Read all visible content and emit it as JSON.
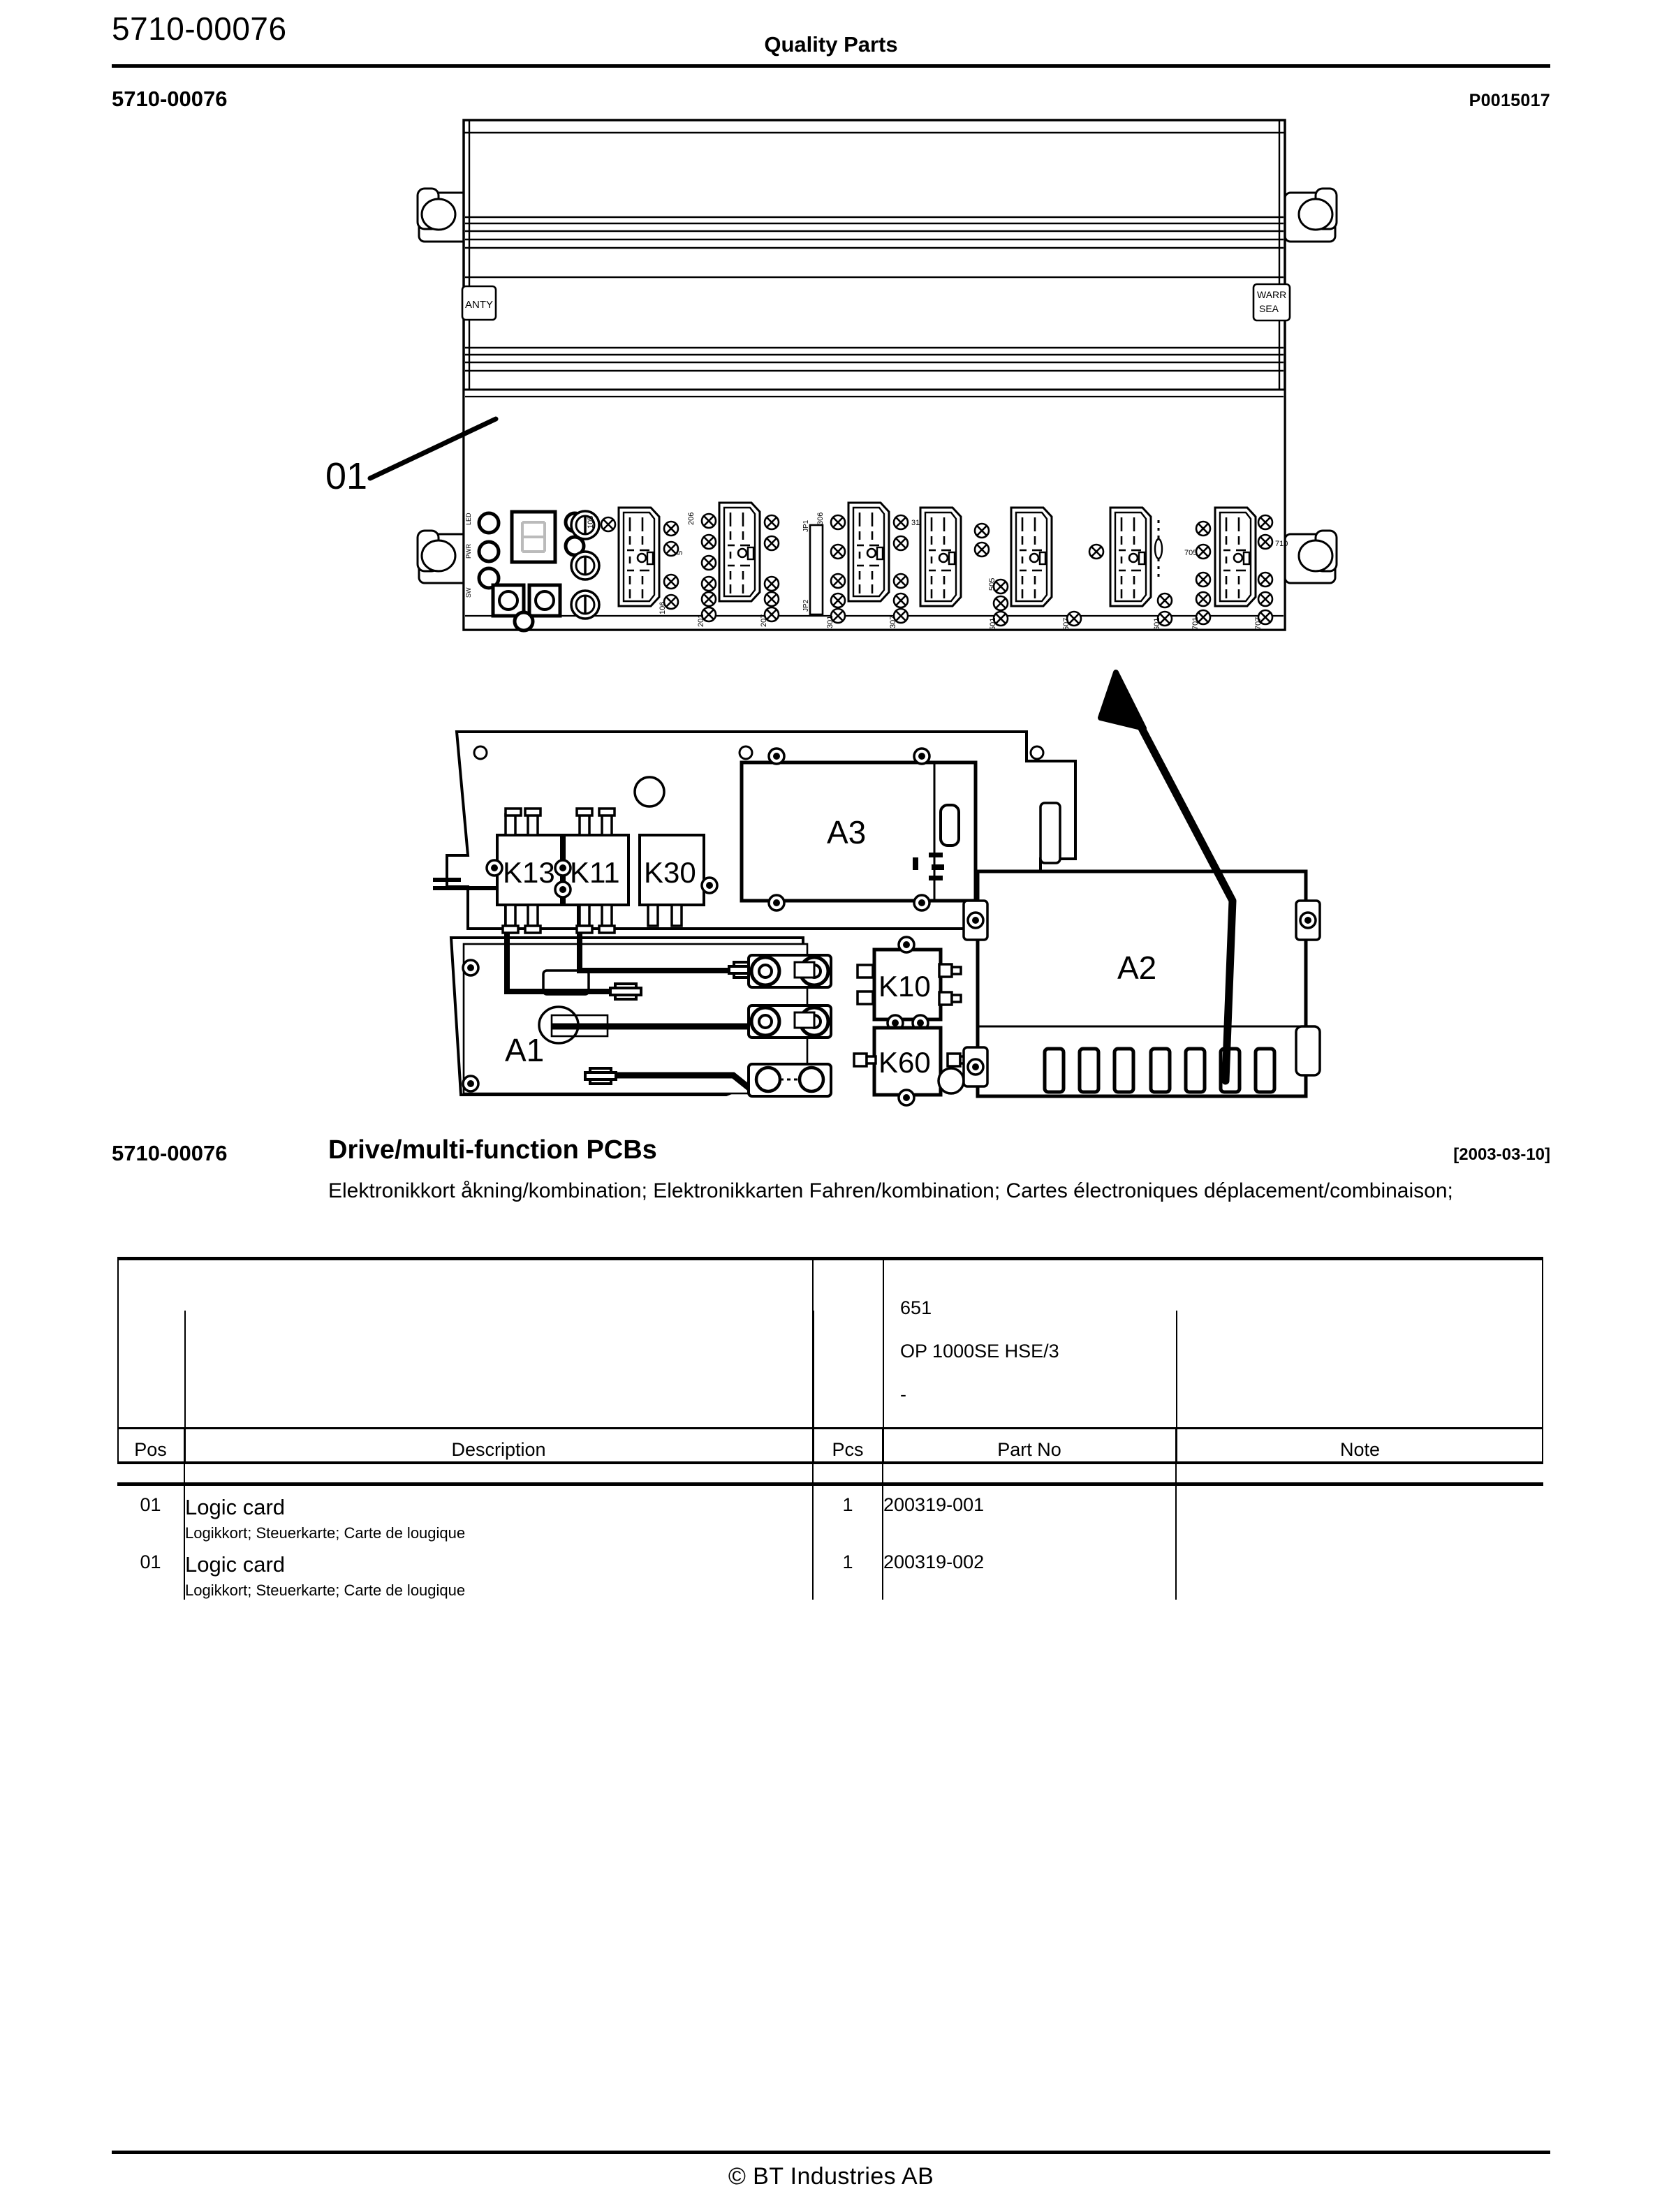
{
  "header": {
    "left_code": "5710-00076",
    "center_title": "Quality Parts",
    "section_code": "5710-00076",
    "plate_code": "P0015017"
  },
  "drawing": {
    "callout_01": "01",
    "enclosure_labels": {
      "warranty_left": "ANTY",
      "warranty_right_line1": "WARR",
      "warranty_right_line2": "SEA"
    },
    "connector_pin_labels": [
      "105",
      "106",
      "5",
      "206",
      "201",
      "201",
      "306",
      "301",
      "311",
      "307",
      "501",
      "505",
      "507",
      "601",
      "607",
      "701",
      "705",
      "707",
      "710"
    ],
    "components": [
      {
        "label": "K13"
      },
      {
        "label": "K11"
      },
      {
        "label": "K30"
      },
      {
        "label": "A3"
      },
      {
        "label": "A1"
      },
      {
        "label": "K10"
      },
      {
        "label": "K60"
      },
      {
        "label": "A2"
      }
    ]
  },
  "title_block": {
    "number": "5710-00076",
    "name": "Drive/multi-function PCBs",
    "date": "[2003-03-10]",
    "subtitle": "Elektronikkort åkning/kombination; Elektronikkarten Fahren/kombination; Cartes électroniques déplacement/combinaison;"
  },
  "table": {
    "config_code": "651",
    "config_model": "OP 1000SE HSE/3",
    "config_dash": "-",
    "headers": {
      "pos": "Pos",
      "description": "Description",
      "pcs": "Pcs",
      "part_no": "Part No",
      "note": "Note"
    },
    "rows": [
      {
        "pos": "01",
        "description": "Logic card",
        "description_sub": "Logikkort; Steuerkarte; Carte de lougique",
        "pcs": "1",
        "part_no": "200319-001",
        "note": ""
      },
      {
        "pos": "01",
        "description": "Logic card",
        "description_sub": "Logikkort; Steuerkarte; Carte de lougique",
        "pcs": "1",
        "part_no": "200319-002",
        "note": ""
      }
    ]
  },
  "footer": {
    "copyright": "© BT Industries AB"
  }
}
